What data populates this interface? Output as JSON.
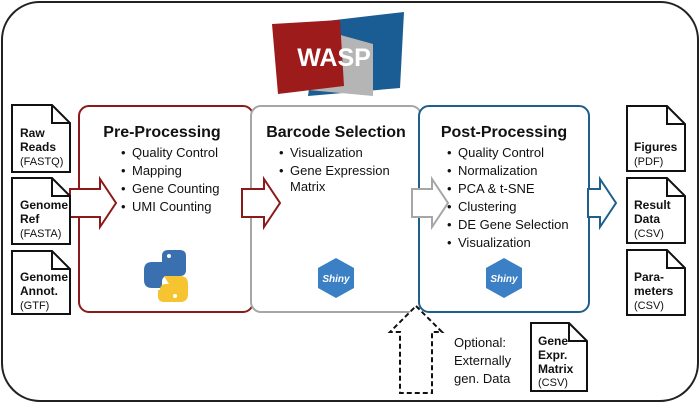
{
  "logo": {
    "text": "WASP"
  },
  "inputs": [
    {
      "lines": [
        "Raw",
        "Reads"
      ],
      "format": "(FASTQ)"
    },
    {
      "lines": [
        "Genome",
        "Ref"
      ],
      "format": "(FASTA)"
    },
    {
      "lines": [
        "Genome",
        "Annot."
      ],
      "format": "(GTF)"
    }
  ],
  "stages": [
    {
      "title": "Pre-Processing",
      "items": [
        "Quality Control",
        "Mapping",
        "Gene Counting",
        "UMI Counting"
      ],
      "icon": "python-icon"
    },
    {
      "title": "Barcode Selection",
      "items": [
        "Visualization",
        "Gene Expression",
        "Matrix"
      ],
      "icon": "shiny-icon",
      "icon_text": "Shiny"
    },
    {
      "title": "Post-Processing",
      "items": [
        "Quality Control",
        "Normalization",
        "PCA & t-SNE",
        "Clustering",
        "DE Gene Selection",
        "Visualization"
      ],
      "icon": "shiny-icon",
      "icon_text": "Shiny"
    }
  ],
  "outputs": [
    {
      "lines": [
        "Figures"
      ],
      "format": "(PDF)"
    },
    {
      "lines": [
        "Result",
        "Data"
      ],
      "format": "(CSV)"
    },
    {
      "lines": [
        "Para-",
        "meters"
      ],
      "format": "(CSV)"
    }
  ],
  "optional": {
    "lines": [
      "Optional:",
      "Externally",
      "gen. Data"
    ]
  },
  "extra_doc": {
    "lines": [
      "Gene",
      "Expr.",
      "Matrix"
    ],
    "format": "(CSV)"
  },
  "colors": {
    "red": "#8b1a1a",
    "blue": "#1f5f8b",
    "grey": "#a6a6a6",
    "logo_red": "#9e1b1b",
    "logo_blue": "#1a5d94",
    "shiny": "#3b7fc4"
  }
}
